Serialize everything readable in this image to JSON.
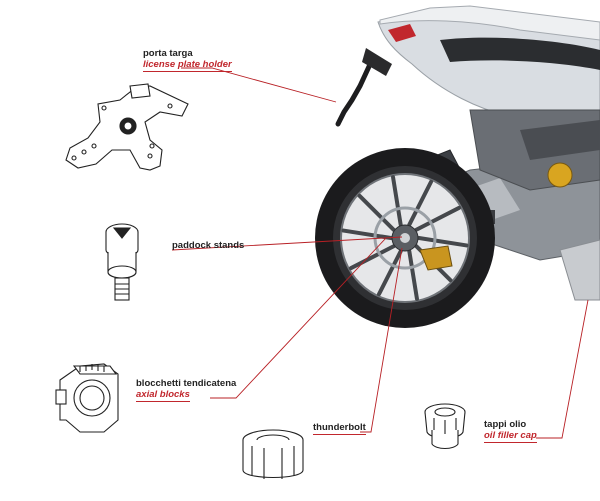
{
  "colors": {
    "accent": "#c1272d",
    "line": "#b82025",
    "ink": "#222222"
  },
  "callouts": {
    "license_plate": {
      "it": "porta targa",
      "en": "license plate holder"
    },
    "paddock": {
      "label": "paddock stands"
    },
    "axial": {
      "it": "blocchetti tendicatena",
      "en": "axial blocks"
    },
    "thunderbolt": {
      "label": "thunderbolt"
    },
    "oil_cap": {
      "it": "tappi olio",
      "en": "oil filler cap"
    }
  }
}
